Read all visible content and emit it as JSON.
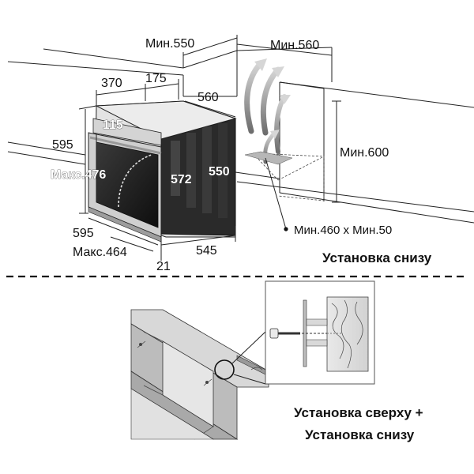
{
  "top": {
    "dimensions": {
      "min_550": "Мин.550",
      "min_560": "Мин.560",
      "d370": "370",
      "d175": "175",
      "d560": "560",
      "d115": "115",
      "d595_top": "595",
      "max_476": "Макс.476",
      "d572": "572",
      "d550": "550",
      "min_600": "Мин.600",
      "min_460x50": "Мин.460 x Мин.50",
      "d595_bottom": "595",
      "max_464": "Макс.464",
      "d545": "545",
      "d21": "21"
    },
    "caption": "Установка снизу"
  },
  "bottom": {
    "caption_line1": "Установка сверху +",
    "caption_line2": "Установка снизу"
  },
  "colors": {
    "oven_glass": "#1c1c1c",
    "oven_frame": "#bdbdbd",
    "cabinet_grey": "#cfcfcf",
    "arrow_grey": "#9a9a9a"
  }
}
